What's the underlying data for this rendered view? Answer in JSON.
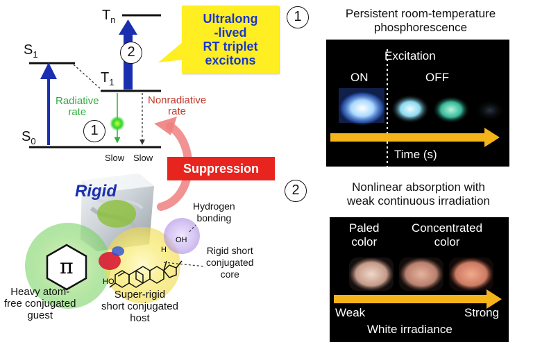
{
  "energy_diagram": {
    "tn": "T",
    "tn_sub": "n",
    "s1": "S",
    "s1_sub": "1",
    "t1": "T",
    "t1_sub": "1",
    "s0": "S",
    "s0_sub": "0",
    "step_two_marker": "2",
    "step_one_marker": "1",
    "radiative_line1": "Radiative",
    "radiative_line2": "rate",
    "nonradiative_line1": "Nonradiative",
    "nonradiative_line2": "rate",
    "slow_left": "Slow",
    "slow_right": "Slow"
  },
  "callout": {
    "line1": "Ultralong",
    "line2": "-lived",
    "line3": "RT triplet",
    "line4": "excitons"
  },
  "suppression": "Suppression",
  "rigid": "Rigid",
  "molecule": {
    "pi_symbol": "π",
    "oh_top": "OH",
    "oh_left": "HO",
    "h": "H",
    "hydrogen_line1": "Hydrogen",
    "hydrogen_line2": "bonding",
    "core_line1": "Rigid short",
    "core_line2": "conjugated",
    "core_line3": "core",
    "guest_line1": "Heavy atom-",
    "guest_line2": "free conjugated",
    "guest_line3": "guest",
    "host_line1": "Super-rigid",
    "host_line2": "short conjugated",
    "host_line3": "host"
  },
  "panel1": {
    "marker": "1",
    "title_line1": "Persistent room-temperature",
    "title_line2": "phosphorescence",
    "excitation": "Excitation",
    "on": "ON",
    "off": "OFF",
    "time": "Time (s)"
  },
  "panel2": {
    "marker": "2",
    "title_line1": "Nonlinear absorption with",
    "title_line2": "weak continuous irradiation",
    "paled_line1": "Paled",
    "paled_line2": "color",
    "conc_line1": "Concentrated",
    "conc_line2": "color",
    "weak": "Weak",
    "strong": "Strong",
    "irradiance": "White irradiance"
  },
  "colors": {
    "blue_arrow": "#1a2fb0",
    "green_rate": "#2fae3f",
    "red_rate": "#c0392b",
    "yellow_callout": "#ffee22",
    "suppression_red": "#e8241e",
    "time_arrow_yellow": "#f4b41a"
  }
}
